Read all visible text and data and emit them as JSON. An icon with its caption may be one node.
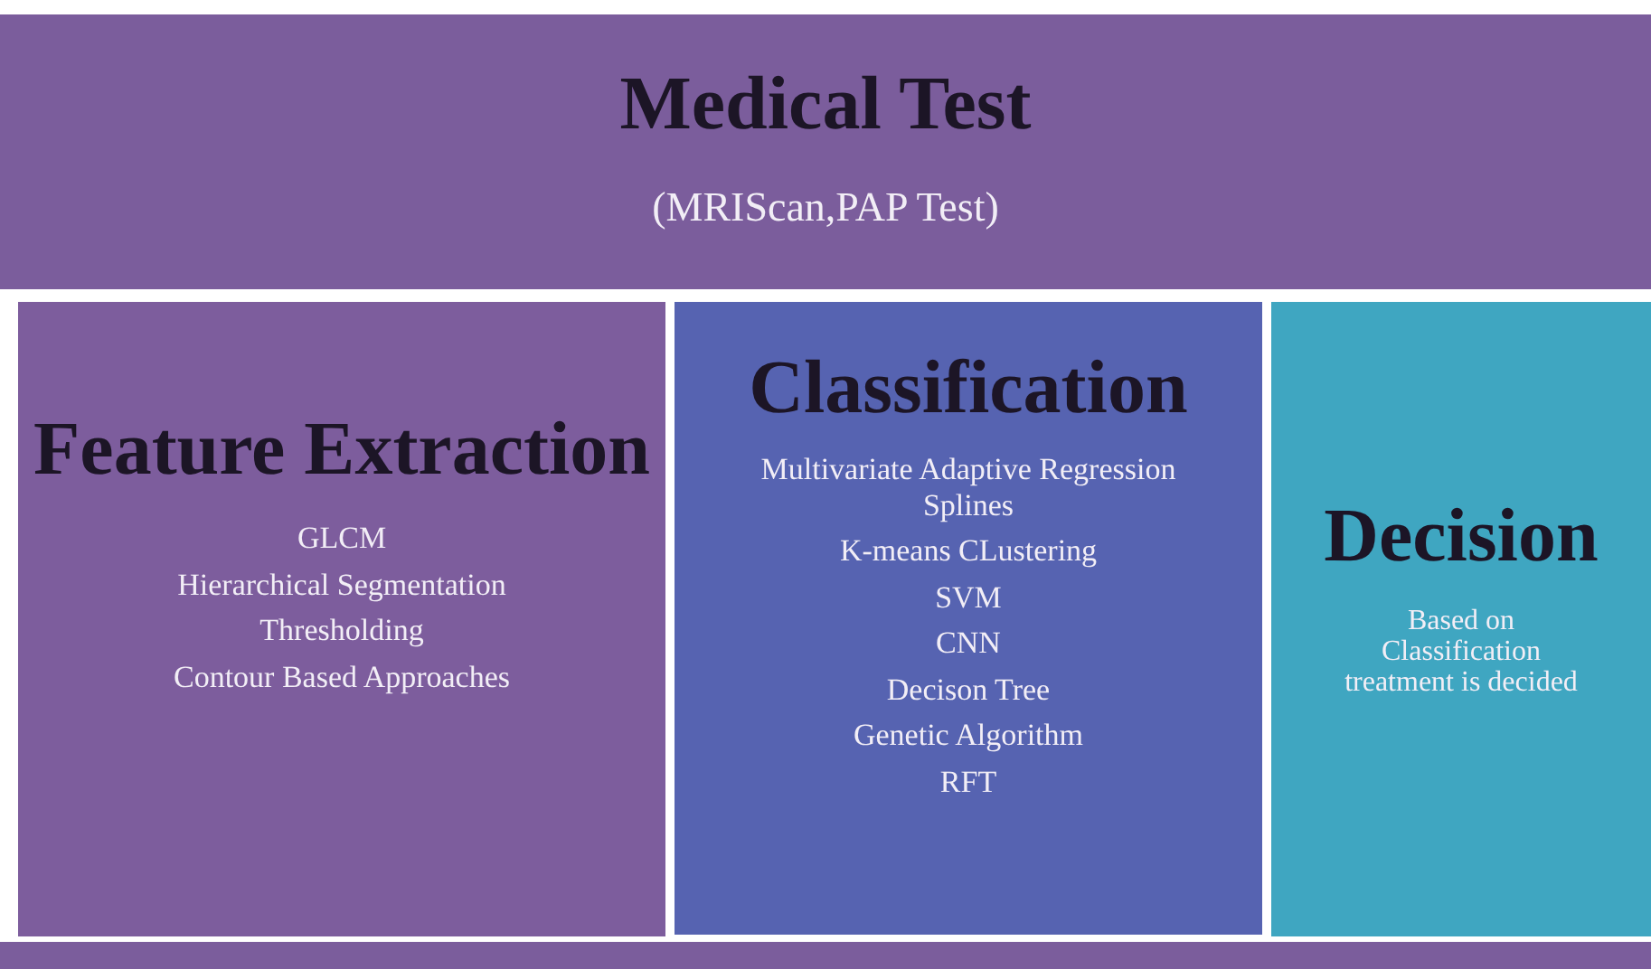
{
  "diagram": {
    "nodes": [
      {
        "text": [
          "Medical Test",
          "(MRIScan,PAP Test)"
        ]
      },
      {
        "text": [
          "Feature Extraction",
          "GLCM",
          "Hierarchical Segmentation",
          "Thresholding",
          "Contour Based Approaches"
        ]
      },
      {
        "text": [
          "Classification",
          "Multivariate Adaptive Regression Splines",
          "K-means CLustering",
          "SVM",
          "CNN",
          "Decison Tree",
          "Genetic Algorithm",
          "RFT"
        ]
      },
      {
        "text": [
          "Decision",
          "Based on Classification treatment is decided"
        ]
      }
    ],
    "edges": []
  }
}
